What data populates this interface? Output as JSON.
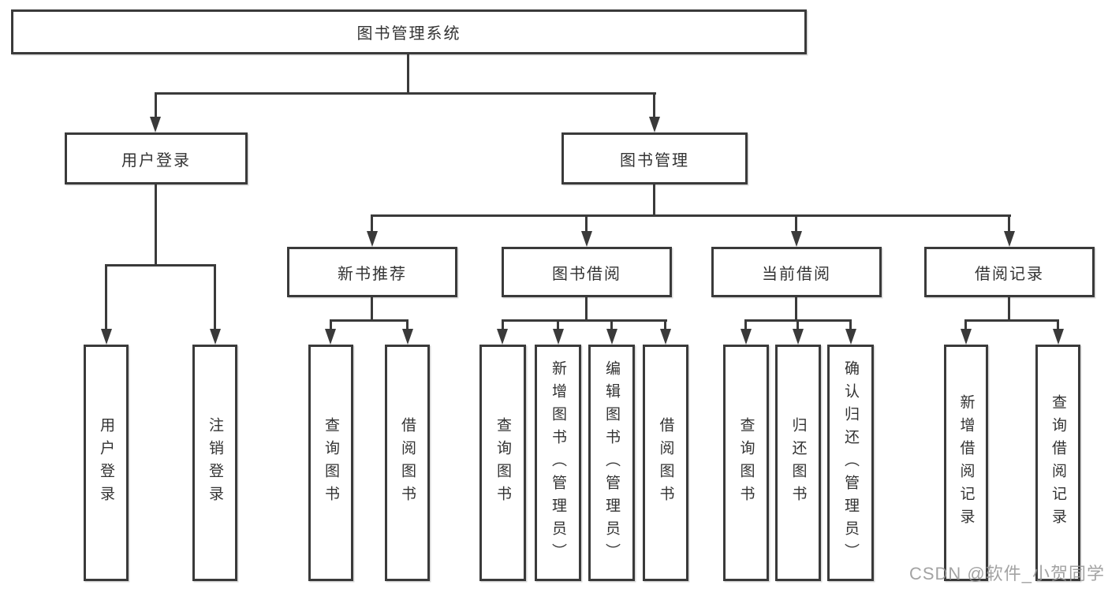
{
  "tree": {
    "root": "图书管理系统",
    "branches": [
      {
        "label": "用户登录",
        "leaves": [
          "用户登录",
          "注销登录"
        ]
      },
      {
        "label": "图书管理",
        "groups": [
          {
            "label": "新书推荐",
            "leaves": [
              "查询图书",
              "借阅图书"
            ]
          },
          {
            "label": "图书借阅",
            "leaves": [
              "查询图书",
              "新增图书（管理员）",
              "编辑图书（管理员）",
              "借阅图书"
            ]
          },
          {
            "label": "当前借阅",
            "leaves": [
              "查询图书",
              "归还图书",
              "确认归还（管理员）"
            ]
          },
          {
            "label": "借阅记录",
            "leaves": [
              "新增借阅记录",
              "查询借阅记录"
            ]
          }
        ]
      }
    ]
  },
  "watermark": {
    "text": "CSDN @软件_小贺同学"
  },
  "colors": {
    "line": "#3a3a3a",
    "text": "#333333",
    "background": "#ffffff",
    "watermark": "#999999"
  }
}
